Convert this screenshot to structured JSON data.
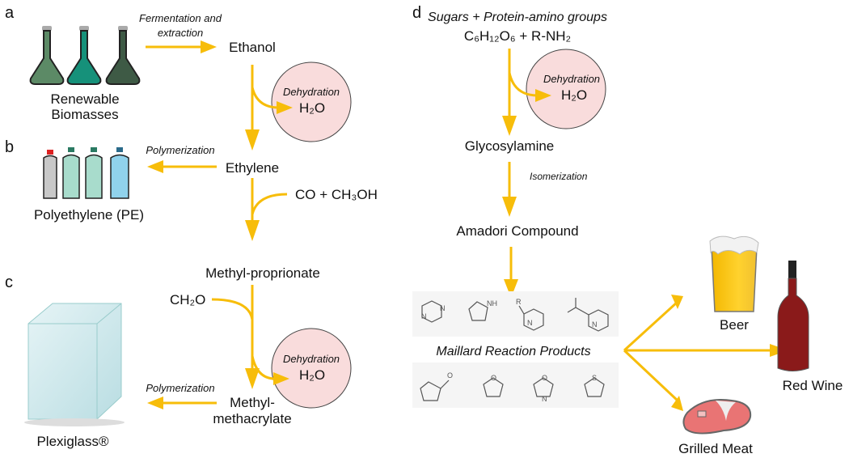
{
  "colors": {
    "arrow": "#f7bd0a",
    "circle": "#f9dcdc"
  },
  "panels": {
    "a": "a",
    "b": "b",
    "c": "c",
    "d": "d"
  },
  "left": {
    "fermentation_line1": "Fermentation and",
    "fermentation_line2": "extraction",
    "biomass_line1": "Renewable",
    "biomass_line2": "Biomasses",
    "ethanol": "Ethanol",
    "dehydration1": "Dehydration",
    "water1": "H₂O",
    "polymerization1": "Polymerization",
    "ethylene": "Ethylene",
    "polyethylene": "Polyethylene (PE)",
    "co_methanol": "CO + CH₃OH",
    "methyl_proprionate": "Methyl-proprionate",
    "formaldehyde": "CH₂O",
    "dehydration2": "Dehydration",
    "water2": "H₂O",
    "polymerization2": "Polymerization",
    "mma_line1": "Methyl-",
    "mma_line2": "methacrylate",
    "plexiglass": "Plexiglass®"
  },
  "right": {
    "reactants_title": "Sugars + Protein-amino groups",
    "reactants_formula": "C₆H₁₂O₆ + R-NH₂",
    "dehydration": "Dehydration",
    "water": "H₂O",
    "glycosylamine": "Glycosylamine",
    "isomerization": "Isomerization",
    "amadori": "Amadori Compound",
    "maillard": "Maillard Reaction Products",
    "mol_labels": {
      "n": "N",
      "nh": "NH",
      "r": "R",
      "o": "O",
      "s": "S"
    },
    "beer": "Beer",
    "red_wine": "Red Wine",
    "grilled_meat": "Grilled Meat"
  }
}
